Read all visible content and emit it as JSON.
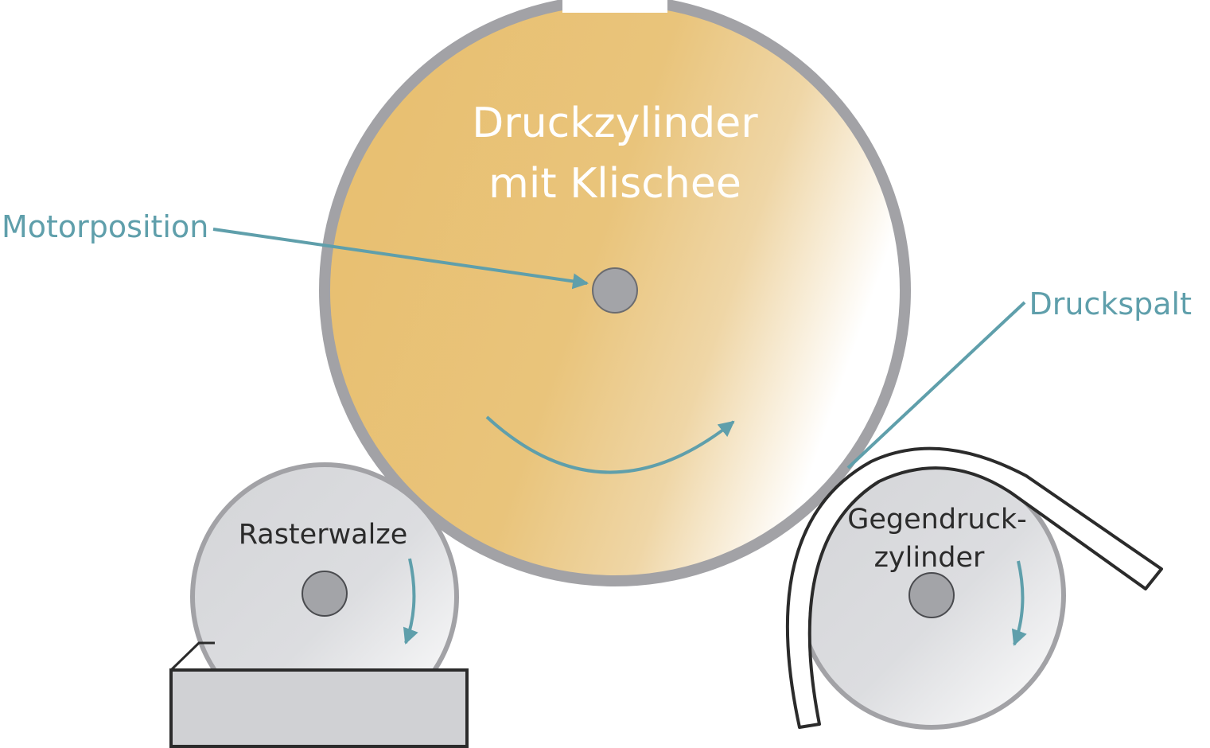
{
  "labels": {
    "druckzylinder_line1": "Druckzylinder",
    "druckzylinder_line2": "mit Klischee",
    "motorposition": "Motorposition",
    "druckspalt": "Druckspalt",
    "rasterwalze": "Rasterwalze",
    "gegendruck_line1": "Gegendruck-",
    "gegendruck_line2": "zylinder"
  },
  "colors": {
    "druckzylinder_fill": "#e8c072",
    "druckzylinder_fade": "#ffffff",
    "cylinder_rim": "#a2a2a6",
    "roller_fill": "#d7d8db",
    "hub_fill": "#a3a4a8",
    "arrow_teal": "#5f9fab",
    "outline_dark": "#2b2b2b",
    "tray_fill": "#d0d1d4"
  }
}
